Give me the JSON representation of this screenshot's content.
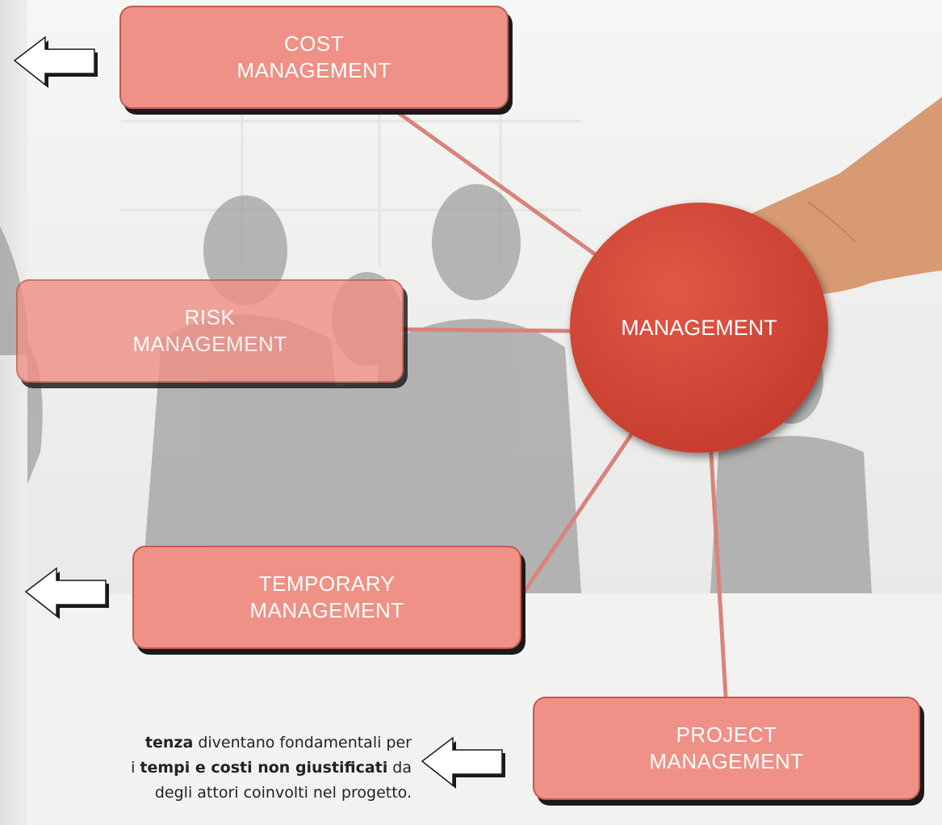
{
  "diagram": {
    "center": {
      "label": "MANAGEMENT"
    },
    "nodes": [
      {
        "line1": "COST",
        "line2": "MANAGEMENT"
      },
      {
        "line1": "RISK",
        "line2": "MANAGEMENT"
      },
      {
        "line1": "TEMPORARY",
        "line2": "MANAGEMENT"
      },
      {
        "line1": "PROJECT",
        "line2": "MANAGEMENT"
      }
    ]
  },
  "caption": {
    "lines": [
      {
        "bold": "tenza",
        "rest": " diventano fondamentali per"
      },
      {
        "pre": "i ",
        "bold": "tempi e costi non giustificati",
        "rest": " da"
      },
      {
        "rest": " degli attori coinvolti nel progetto."
      }
    ]
  },
  "colors": {
    "box_fill": "#ef9186",
    "circle_fill": "#d34a3b",
    "connector": "#d9837a"
  },
  "icons": [
    "left-arrow-icon",
    "pointing-hand-icon"
  ]
}
